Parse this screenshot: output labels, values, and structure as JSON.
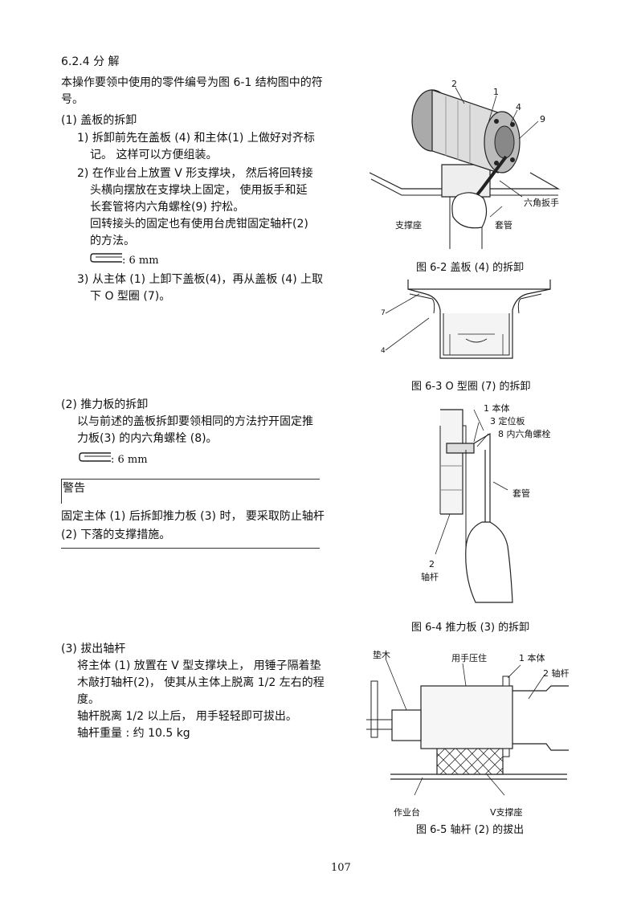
{
  "section_heading": "6.2.4 分 解",
  "intro": [
    "本操作要领中使用的零件编号为图 6-1 结构图中的符",
    "号。"
  ],
  "cover": {
    "title": "(1) 盖板的拆卸",
    "step1": [
      "1) 拆卸前先在盖板 (4) 和主体(1) 上做好对齐标",
      "记。 这样可以方便组装。"
    ],
    "step2": [
      "2) 在作业台上放置 V 形支撑块， 然后将回转接",
      "头横向摆放在支撑块上固定， 使用扳手和延",
      "长套管将内六角螺栓(9) 拧松。",
      "回转接头的固定也有使用台虎钳固定轴杆(2)",
      "的方法。"
    ],
    "wrench_size": ": 6 mm",
    "step3": [
      "3) 从主体 (1) 上卸下盖板(4)，再从盖板 (4) 上取",
      "下 O 型圈 (7)。"
    ]
  },
  "thrust": {
    "title": "(2) 推力板的拆卸",
    "text": [
      "以与前述的盖板拆卸要领相同的方法拧开固定推",
      "力板(3) 的内六角螺栓 (8)。"
    ],
    "wrench_size": ": 6 mm"
  },
  "warning": {
    "title": "警告",
    "text": [
      "固定主体 (1) 后拆卸推力板 (3) 时， 要采取防止轴杆",
      "(2) 下落的支撑措施。"
    ]
  },
  "shaft": {
    "title": "(3) 拔出轴杆",
    "text": [
      "将主体 (1) 放置在 V 型支撑块上， 用锤子隔着垫",
      "木敲打轴杆(2)， 使其从主体上脱离 1/2 左右的程",
      "度。",
      "轴杆脱离 1/2 以上后， 用手轻轻即可拔出。",
      "轴杆重量 : 约 10.5 kg"
    ]
  },
  "fig2": {
    "caption": "图 6-2 盖板 (4) 的拆卸",
    "labels": {
      "n2": "2",
      "n1": "1",
      "n4": "4",
      "n9": "9",
      "wrench": "六角扳手",
      "support": "支撑座",
      "sleeve": "套管"
    }
  },
  "fig3": {
    "caption": "图 6-3 O 型圈 (7) 的拆卸",
    "labels": {
      "n7": "7",
      "n4": "4"
    }
  },
  "fig4": {
    "caption": "图 6-4 推力板 (3) 的拆卸",
    "labels": {
      "body": "1  本体",
      "plate": "3  定位板",
      "bolt": "8  内六角螺栓",
      "sleeve": "套管",
      "n2": "2",
      "shaft": "轴杆"
    }
  },
  "fig5": {
    "caption": "图 6-5 轴杆 (2) 的拔出",
    "labels": {
      "pad": "垫木",
      "press": "用手压住",
      "body": "1  本体",
      "shaft": "2  轴杆",
      "bench": "作业台",
      "vsupport": "V支撑座"
    }
  },
  "page_number": "107"
}
